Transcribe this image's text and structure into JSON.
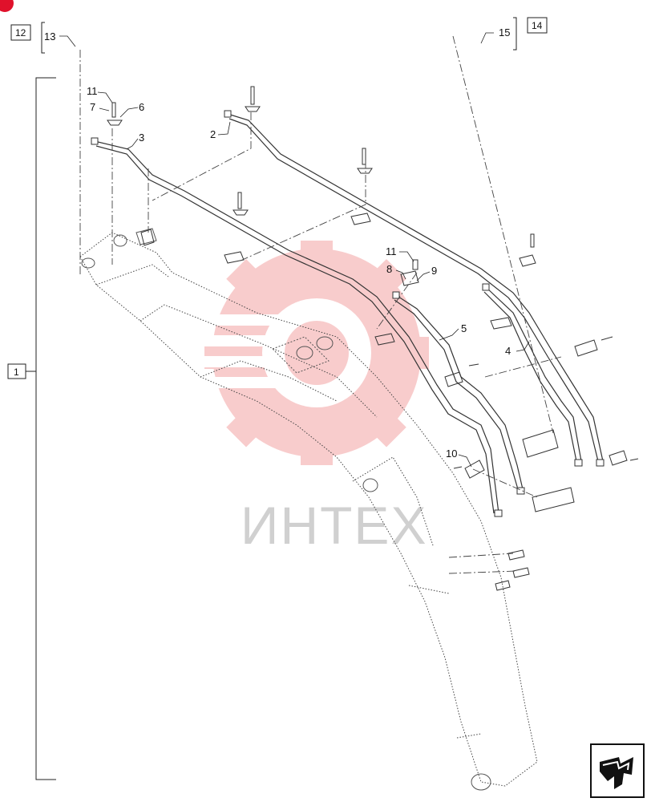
{
  "watermark": {
    "text": "ИНТЕХ",
    "color": "#f4a3a3",
    "text_color": "#cfcfcf"
  },
  "boxed_refs": {
    "ref_12": "12",
    "ref_14": "14",
    "ref_1": "1"
  },
  "callouts": {
    "c13": "13",
    "c15": "15",
    "c11a": "11",
    "c7": "7",
    "c6": "6",
    "c3": "3",
    "c2": "2",
    "c11b": "11",
    "c8": "8",
    "c9": "9",
    "c5": "5",
    "c4": "4",
    "c10": "10"
  },
  "nav_icon": "return-arrow-icon",
  "corner_badge_color": "#e0112b"
}
